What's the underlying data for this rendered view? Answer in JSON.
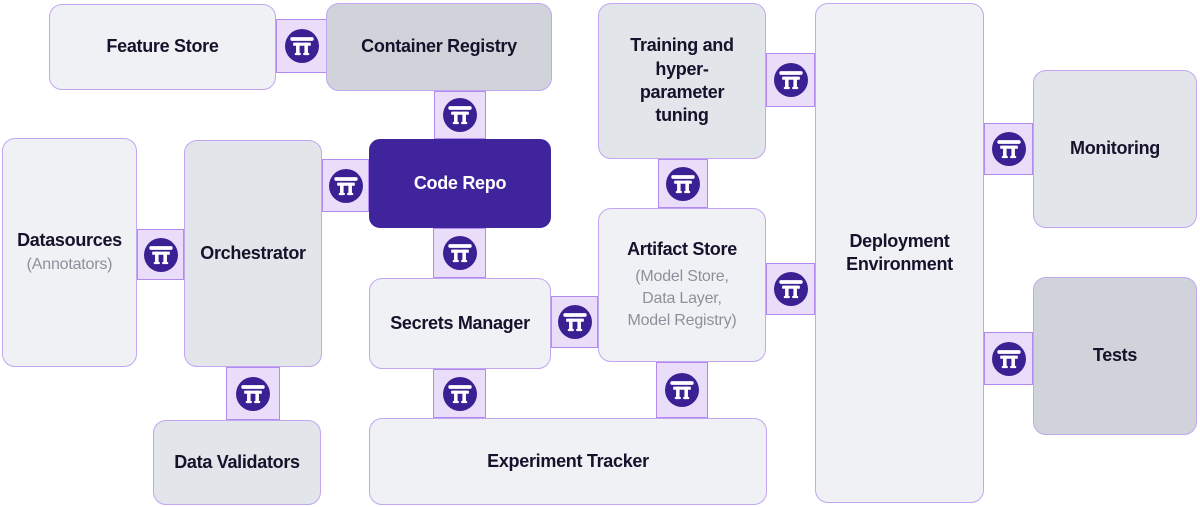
{
  "diagram": {
    "name": "MLOps stack components diagram",
    "icons": {
      "connector_icon": "torii-gate (ZenML logo)"
    },
    "colors": {
      "accent_purple": "#40249c",
      "icon_purple": "#3a2092",
      "connector_fill": "#e9ddfa",
      "connector_border": "#b28af0",
      "box_border": "#c2a6f1",
      "fill_offwhite": "#eff1f5",
      "fill_gray_light": "#e2e5e9",
      "fill_gray_dark": "#d0d4da",
      "text_dark": "#17122b",
      "text_muted": "#8b919b"
    },
    "nodes": [
      {
        "id": "feature-store",
        "label": "Feature Store",
        "variant": "offwhite"
      },
      {
        "id": "container-registry",
        "label": "Container Registry",
        "variant": "gray-dark"
      },
      {
        "id": "training",
        "label": "Training and\nhyper-\nparameter\ntuning",
        "variant": "gray-light"
      },
      {
        "id": "deployment",
        "label": "Deployment\nEnvironment",
        "variant": "offwhite"
      },
      {
        "id": "monitoring",
        "label": "Monitoring",
        "variant": "gray-light"
      },
      {
        "id": "tests",
        "label": "Tests",
        "variant": "gray-dark"
      },
      {
        "id": "code-repo",
        "label": "Code Repo",
        "variant": "purple"
      },
      {
        "id": "datasources",
        "label": "Datasources",
        "subtitle": "(Annotators)",
        "variant": "offwhite"
      },
      {
        "id": "orchestrator",
        "label": "Orchestrator",
        "variant": "gray-light"
      },
      {
        "id": "secrets-manager",
        "label": "Secrets Manager",
        "variant": "offwhite"
      },
      {
        "id": "artifact-store",
        "label": "Artifact Store",
        "subtitle": "(Model Store,\nData Layer,\nModel Registry)",
        "variant": "offwhite"
      },
      {
        "id": "data-validators",
        "label": "Data Validators",
        "variant": "gray-light"
      },
      {
        "id": "experiment-tracker",
        "label": "Experiment Tracker",
        "variant": "offwhite"
      }
    ],
    "edges": [
      {
        "from": "Feature Store",
        "to": "Container Registry"
      },
      {
        "from": "Container Registry",
        "to": "Code Repo"
      },
      {
        "from": "Orchestrator",
        "to": "Code Repo"
      },
      {
        "from": "Datasources",
        "to": "Orchestrator"
      },
      {
        "from": "Orchestrator",
        "to": "Data Validators"
      },
      {
        "from": "Code Repo",
        "to": "Secrets Manager"
      },
      {
        "from": "Secrets Manager",
        "to": "Experiment Tracker"
      },
      {
        "from": "Secrets Manager",
        "to": "Artifact Store"
      },
      {
        "from": "Training and hyper-parameter tuning",
        "to": "Artifact Store"
      },
      {
        "from": "Artifact Store",
        "to": "Experiment Tracker"
      },
      {
        "from": "Training and hyper-parameter tuning",
        "to": "Deployment Environment"
      },
      {
        "from": "Artifact Store",
        "to": "Deployment Environment"
      },
      {
        "from": "Deployment Environment",
        "to": "Monitoring"
      },
      {
        "from": "Deployment Environment",
        "to": "Tests"
      }
    ]
  }
}
